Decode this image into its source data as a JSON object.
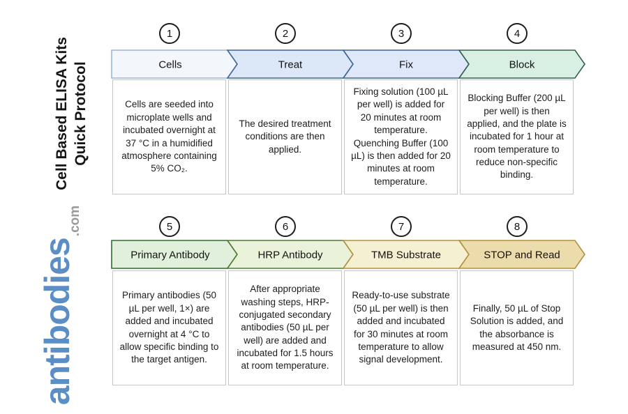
{
  "branding": {
    "title_line1": "Cell Based ELISA Kits",
    "title_line2": "Quick Protocol",
    "brand_name": "antibodies",
    "brand_tld": ".com",
    "brand_color": "#5b8ec5",
    "tld_color": "#9a9a9a"
  },
  "steps": [
    {
      "number": "1",
      "label": "Cells",
      "fill": "#f3f7fc",
      "stroke": "#9db6d6",
      "description": "Cells are seeded into microplate wells and incubated overnight at 37 °C in a humidified atmosphere containing 5% CO₂."
    },
    {
      "number": "2",
      "label": "Treat",
      "fill": "#dce7f8",
      "stroke": "#3d6595",
      "description": "The desired treatment conditions are then applied."
    },
    {
      "number": "3",
      "label": "Fix",
      "fill": "#dfe8f9",
      "stroke": "#3d6595",
      "description": "Fixing solution (100 µL per well) is added for 20 minutes at room temperature. Quenching Buffer (100 µL) is then added for 20 minutes at room temperature."
    },
    {
      "number": "4",
      "label": "Block",
      "fill": "#d8efe4",
      "stroke": "#33604d",
      "description": "Blocking Buffer (200 µL per well) is then applied, and the plate is incubated for 1 hour at room temperature to reduce non-specific binding."
    },
    {
      "number": "5",
      "label": "Primary Antibody",
      "fill": "#e0f0da",
      "stroke": "#2f6b35",
      "description": "Primary antibodies (50 µL per well, 1×) are added and incubated overnight at 4 °C to allow specific binding to the target antigen."
    },
    {
      "number": "6",
      "label": "HRP Antibody",
      "fill": "#eaf3da",
      "stroke": "#4f7a33",
      "description": "After appropriate washing steps, HRP-conjugated secondary antibodies (50 µL per well) are added and incubated for 1.5 hours at room temperature."
    },
    {
      "number": "7",
      "label": "TMB Substrate",
      "fill": "#f6f0d3",
      "stroke": "#b2913f",
      "description": "Ready-to-use substrate (50 µL per well) is then added and incubated for 30 minutes at room temperature to allow signal development."
    },
    {
      "number": "8",
      "label": "STOP and Read",
      "fill": "#ecdcab",
      "stroke": "#b2913f",
      "description": "Finally, 50 µL of Stop Solution is added, and the absorbance is measured at 450 nm."
    }
  ]
}
